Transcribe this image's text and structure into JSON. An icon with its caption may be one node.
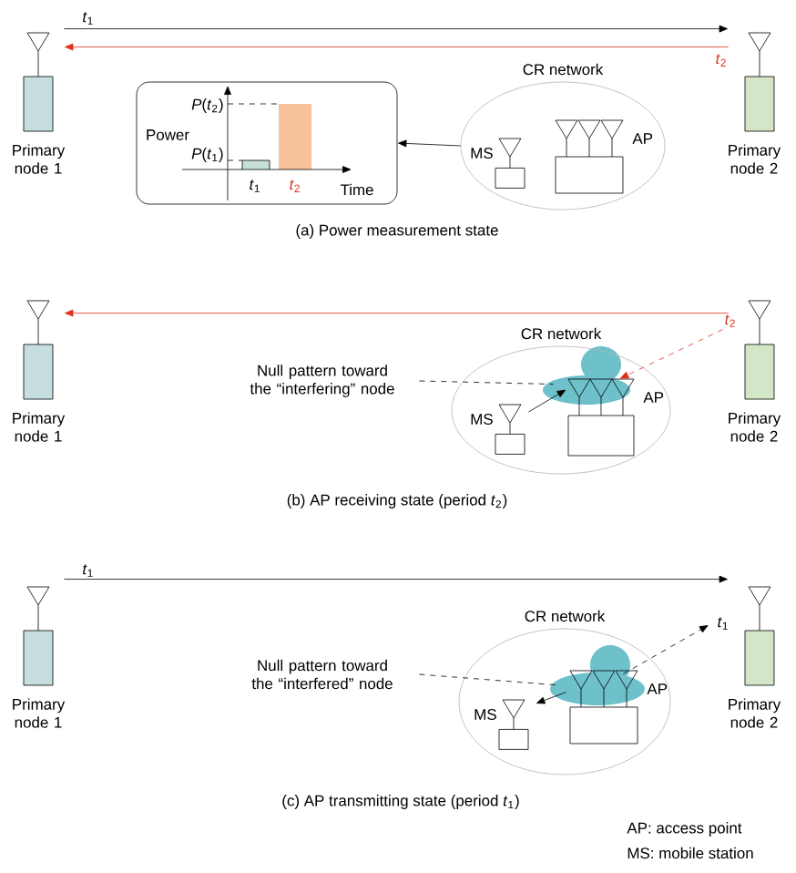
{
  "diagram": {
    "nodes": [
      {
        "text": [
          "Primary node 1"
        ]
      },
      {
        "text": [
          "Primary node 2"
        ]
      },
      {
        "text": [
          "Power",
          "*P*(*t*$_{2}$)",
          "*P*(*t*$_{1}$)",
          "*t*$_{1}$",
          "*t*$_{2}$",
          "Time"
        ]
      },
      {
        "text": [
          "CR network"
        ]
      },
      {
        "text": [
          "MS"
        ],
        "in": 3
      },
      {
        "text": [
          "AP"
        ],
        "in": 3
      },
      {
        "text": [
          "Primary node 1"
        ]
      },
      {
        "text": [
          "Primary node 2"
        ]
      },
      {
        "text": [
          "CR network"
        ]
      },
      {
        "text": [
          "MS"
        ],
        "in": 8
      },
      {
        "text": [
          "AP"
        ],
        "in": 8
      },
      {
        "text": [
          "Null pattern toward the “interfering” node"
        ]
      },
      {
        "text": [
          "Primary node 1"
        ]
      },
      {
        "text": [
          "Primary node 2"
        ]
      },
      {
        "text": [
          "CR network"
        ]
      },
      {
        "text": [
          "MS"
        ],
        "in": 14
      },
      {
        "text": [
          "AP"
        ],
        "in": 14
      },
      {
        "text": [
          "Null pattern toward the “interfered” node"
        ]
      }
    ],
    "edges": [
      {
        "from": 0,
        "to": 1,
        "arrow": "to",
        "label": "*t*$_{1}$"
      },
      {
        "from": 1,
        "to": 0,
        "arrow": "to",
        "label": "*t*$_{2}$",
        "color": "#e0301e"
      },
      {
        "from": 3,
        "to": 2,
        "arrow": "to"
      },
      {
        "from": 7,
        "to": 6,
        "arrow": "to",
        "color": "#e0301e"
      },
      {
        "from": 7,
        "to": 10,
        "arrow": "to",
        "label": "*t*$_{2}$",
        "style": "dashed",
        "color": "#e0301e"
      },
      {
        "from": 9,
        "to": 10,
        "arrow": "to"
      },
      {
        "from": 11,
        "to": 10,
        "arrow": "none",
        "style": "dashed"
      },
      {
        "from": 12,
        "to": 13,
        "arrow": "to",
        "label": "*t*$_{1}$"
      },
      {
        "from": 16,
        "to": 15,
        "arrow": "to"
      },
      {
        "from": 16,
        "to": null,
        "arrow": "to",
        "label": "*t*$_{1}$",
        "style": "dashed"
      },
      {
        "from": 17,
        "to": 16,
        "arrow": "none",
        "style": "dashed"
      }
    ],
    "labels": [
      "(a) Power measurement state",
      "(b) AP receiving state (period *t*$_{2}$)",
      "(c) AP transmitting state (period *t*$_{1}$)",
      "AP:  access point",
      "MS: mobile station"
    ]
  }
}
